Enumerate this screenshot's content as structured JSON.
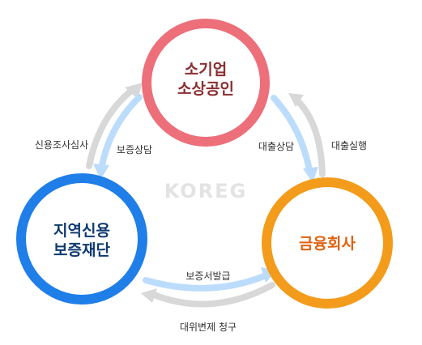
{
  "colors": {
    "small_business": "#ec6f7a",
    "credit_foundation": "#1f7ee8",
    "financial_company": "#f39b1b",
    "arrow_light_blue": "#bcdcfb",
    "arrow_gray": "#d8d8d8"
  },
  "nodes": {
    "small_business": {
      "line1": "소기업",
      "line2": "소상공인"
    },
    "credit_foundation": {
      "line1": "지역신용",
      "line2": "보증재단"
    },
    "financial_company": {
      "line1": "금융회사"
    }
  },
  "edges": {
    "credit_review": "신용조사심사",
    "guarantee_consult": "보증상담",
    "loan_consult": "대출상담",
    "loan_execution": "대출실행",
    "guarantee_issue": "보증서발급",
    "subrogation_claim": "대위변제 청구"
  },
  "watermark": "KOREG"
}
